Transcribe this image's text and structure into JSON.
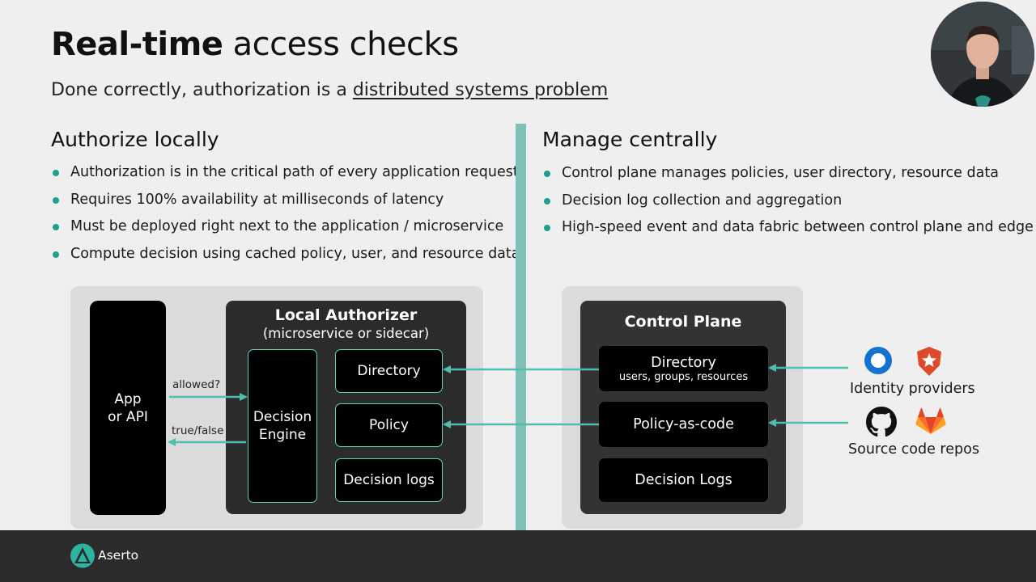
{
  "slide": {
    "title_bold": "Real-time",
    "title_rest": " access checks",
    "subtitle_prefix": "Done correctly, authorization is a ",
    "subtitle_link": "distributed systems problem"
  },
  "left": {
    "heading": "Authorize locally",
    "bullets": [
      "Authorization is in the critical path of every application request",
      "Requires 100% availability at milliseconds of latency",
      "Must be deployed right next to the application / microservice",
      "Compute decision using cached policy, user, and resource data"
    ]
  },
  "right": {
    "heading": "Manage centrally",
    "bullets": [
      "Control plane manages policies, user directory, resource data",
      "Decision log collection and aggregation",
      "High-speed event and data fabric between control plane and edge"
    ]
  },
  "diagram": {
    "app_line1": "App",
    "app_line2": "or API",
    "allowed_label": "allowed?",
    "truefalse_label": "true/false",
    "local_title": "Local Authorizer",
    "local_subtitle": "(microservice or sidecar)",
    "engine_line1": "Decision",
    "engine_line2": "Engine",
    "directory": "Directory",
    "policy": "Policy",
    "decision_logs": "Decision logs",
    "cp_title": "Control Plane",
    "cp_directory": "Directory",
    "cp_directory_sub": "users, groups, resources",
    "cp_policy": "Policy-as-code",
    "cp_logs": "Decision Logs",
    "identity_providers": "Identity providers",
    "source_repos": "Source code repos"
  },
  "footer": {
    "brand": "Aserto"
  },
  "colors": {
    "accent": "#1f9e8b",
    "divider": "#7fc1b7",
    "box_border": "#5fd1bf"
  },
  "icons": [
    "okta-icon",
    "auth0-icon",
    "github-icon",
    "gitlab-icon",
    "aserto-logo-icon"
  ]
}
